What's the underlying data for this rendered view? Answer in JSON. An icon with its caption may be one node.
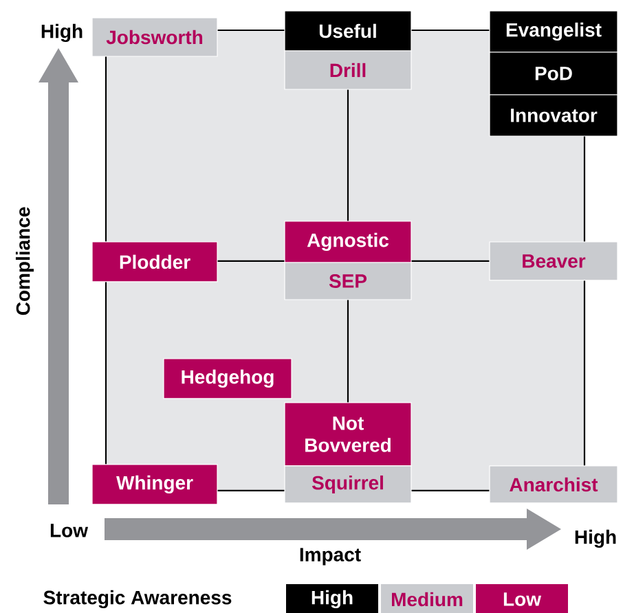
{
  "diagram": {
    "nodes": [
      {
        "text": [
          "Jobsworth"
        ]
      },
      {
        "text": [
          "Useful"
        ]
      },
      {
        "text": [
          "Evangelist"
        ]
      },
      {
        "text": [
          "Drill"
        ]
      },
      {
        "text": [
          "PoD"
        ]
      },
      {
        "text": [
          "Innovator"
        ]
      },
      {
        "text": [
          "Plodder"
        ]
      },
      {
        "text": [
          "Agnostic"
        ]
      },
      {
        "text": [
          "Beaver"
        ]
      },
      {
        "text": [
          "SEP"
        ]
      },
      {
        "text": [
          "Hedgehog"
        ]
      },
      {
        "text": [
          "Not Bovvered"
        ]
      },
      {
        "text": [
          "Whinger"
        ]
      },
      {
        "text": [
          "Squirrel"
        ]
      },
      {
        "text": [
          "Anarchist"
        ]
      }
    ],
    "edges": [
      {
        "from": 0,
        "to": 1,
        "arrow": "none"
      },
      {
        "from": 1,
        "to": 2,
        "arrow": "none"
      },
      {
        "from": 0,
        "to": 6,
        "arrow": "none"
      },
      {
        "from": 3,
        "to": 7,
        "arrow": "none"
      },
      {
        "from": 5,
        "to": 8,
        "arrow": "none"
      },
      {
        "from": 6,
        "to": 7,
        "arrow": "none"
      },
      {
        "from": 7,
        "to": 8,
        "arrow": "none"
      },
      {
        "from": 6,
        "to": 12,
        "arrow": "none"
      },
      {
        "from": 9,
        "to": 11,
        "arrow": "none"
      },
      {
        "from": 8,
        "to": 14,
        "arrow": "none"
      },
      {
        "from": 12,
        "to": 13,
        "arrow": "none"
      },
      {
        "from": 13,
        "to": 14,
        "arrow": "none"
      }
    ],
    "labels": [
      "High",
      "Compliance",
      "Low",
      "High",
      "Impact",
      "Strategic Awareness"
    ],
    "legend": [
      {
        "text": "High",
        "color": "#000000"
      },
      {
        "text": "Medium",
        "color": "#c9cbcf"
      },
      {
        "text": "Low",
        "color": "#b3005a"
      }
    ]
  }
}
